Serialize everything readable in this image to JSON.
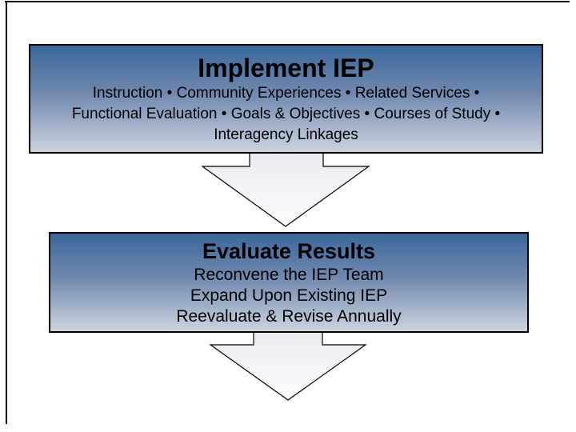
{
  "flow": {
    "steps": [
      {
        "title": "Implement IEP",
        "lines": [
          "Instruction • Community Experiences • Related Services •",
          "Functional Evaluation • Goals & Objectives • Courses of Study •",
          "Interagency Linkages"
        ]
      },
      {
        "title": "Evaluate Results",
        "lines": [
          "Reconvene the IEP Team",
          "Expand Upon Existing IEP",
          "Reevaluate & Revise Annually"
        ]
      }
    ]
  },
  "colors": {
    "background": "#ffffff",
    "frame": "#000000",
    "shape_border": "#000000",
    "text": "#000000",
    "box_gradient_top": "#3a679c",
    "box_gradient_mid": "#7089ae",
    "box_gradient_bottom": "#ccd3e0",
    "arrow_gradient_top": "#e9ebf0",
    "arrow_gradient_bottom": "#fbfcfd"
  }
}
